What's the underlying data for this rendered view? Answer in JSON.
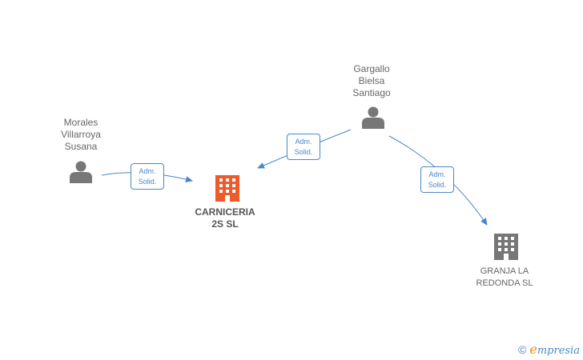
{
  "nodes": {
    "morales": {
      "label": "Morales\nVillarroya\nSusana",
      "icon": "person-icon"
    },
    "gargallo": {
      "label": "Gargallo\nBielsa\nSantiago",
      "icon": "person-icon"
    },
    "carniceria": {
      "label": "CARNICERIA\n2S  SL",
      "icon": "building-icon",
      "color": "#f05a28"
    },
    "granja": {
      "label": "GRANJA LA\nREDONDA SL",
      "icon": "building-icon",
      "color": "#777777"
    }
  },
  "edges": [
    {
      "from": "morales",
      "to": "carniceria",
      "label_line1": "Adm.",
      "label_line2": "Solid."
    },
    {
      "from": "gargallo",
      "to": "carniceria",
      "label_line1": "Adm.",
      "label_line2": "Solid."
    },
    {
      "from": "gargallo",
      "to": "granja",
      "label_line1": "Adm.",
      "label_line2": "Solid."
    }
  ],
  "colors": {
    "edge": "#4a86c8",
    "person": "#777777"
  },
  "footer": {
    "copyright": "©",
    "brand_initial": "e",
    "brand_rest": "mpresia"
  }
}
